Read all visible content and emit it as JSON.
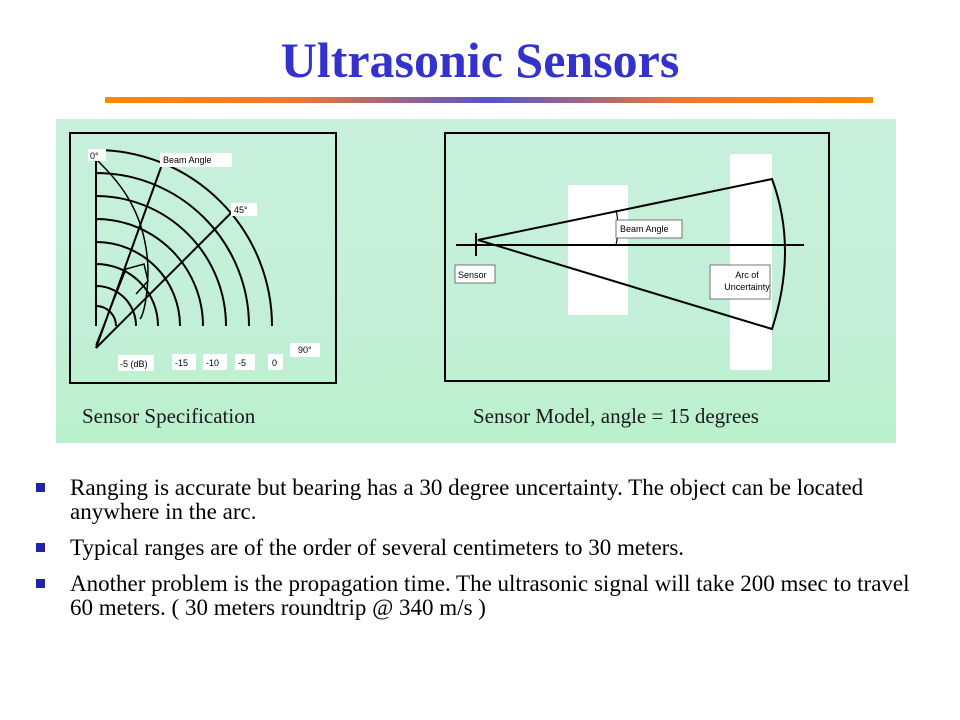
{
  "slide": {
    "title": "Ultrasonic Sensors"
  },
  "colors": {
    "title": "#3333cc",
    "figure_background": "#c6f0d8",
    "bullet_marker": "#2222aa",
    "underline_ends": "#ff8800",
    "underline_center": "#5555cc"
  },
  "figure": {
    "spec_panel": {
      "caption": "Sensor Specification",
      "labels": {
        "angle_0": "0°",
        "angle_45": "45°",
        "angle_90": "90°",
        "beam_angle": "Beam Angle",
        "db_scale": [
          "-5 (dB)",
          "-15",
          "-10",
          "-5",
          "0"
        ]
      }
    },
    "model_panel": {
      "caption": "Sensor Model, angle = 15 degrees",
      "labels": {
        "sensor": "Sensor",
        "beam_angle": "Beam Angle",
        "arc_line1": "Arc of",
        "arc_line2": "Uncertainty"
      }
    }
  },
  "bullets": [
    "Ranging is accurate but bearing has a 30 degree uncertainty. The object can be located anywhere in the arc.",
    "Typical ranges are of the order of several centimeters to 30 meters.",
    "Another problem is the propagation time. The ultrasonic signal will take 200 msec to travel 60 meters. ( 30 meters roundtrip @ 340 m/s )"
  ]
}
